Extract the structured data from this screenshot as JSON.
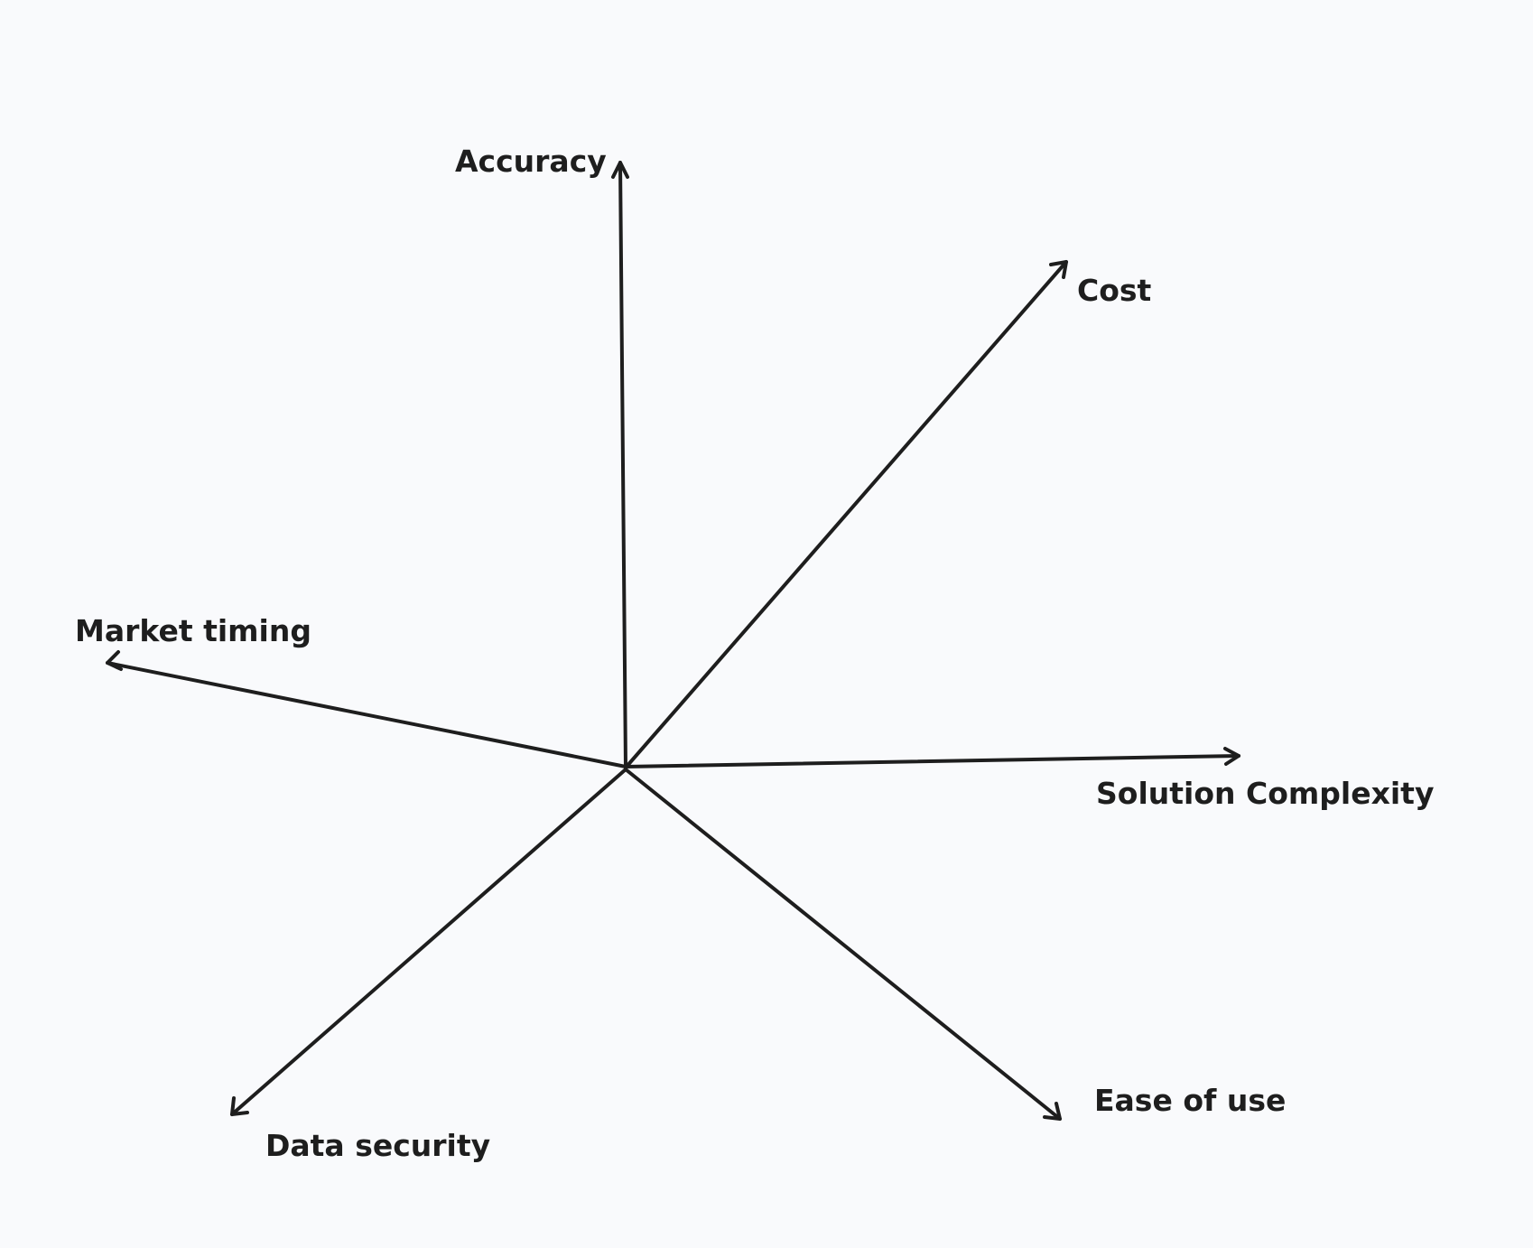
{
  "diagram": {
    "axes": [
      {
        "id": "accuracy",
        "label": "Accuracy"
      },
      {
        "id": "cost",
        "label": "Cost"
      },
      {
        "id": "solution-complexity",
        "label": "Solution Complexity"
      },
      {
        "id": "ease-of-use",
        "label": "Ease of use"
      },
      {
        "id": "data-security",
        "label": "Data security"
      },
      {
        "id": "market-timing",
        "label": "Market timing"
      }
    ],
    "colors": {
      "background": "#f9fafc",
      "stroke": "#1e1e1e"
    }
  }
}
